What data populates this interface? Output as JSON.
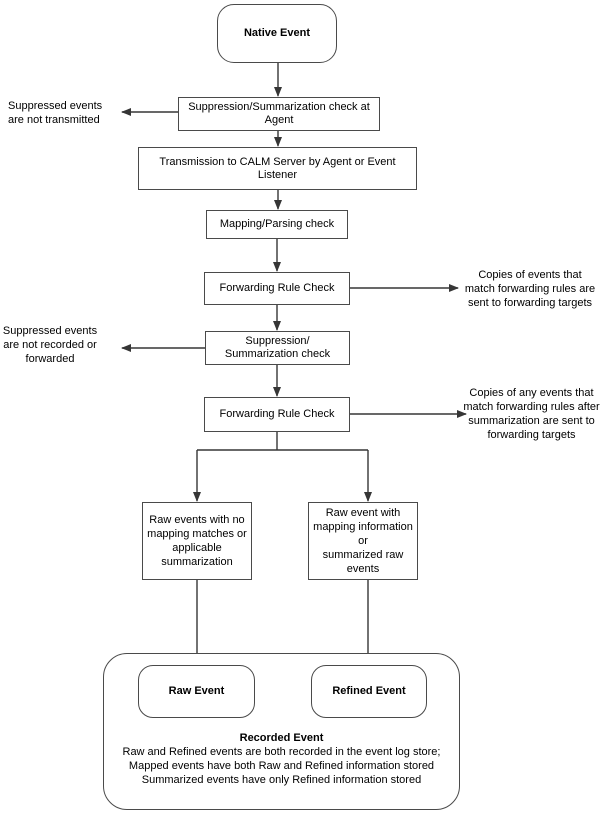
{
  "nodes": {
    "native_event": "Native Event",
    "suppression_check_agent": "Suppression/Summarization check at\nAgent",
    "transmission": "Transmission to CALM Server by Agent or Event\nListener",
    "mapping_parsing_check": "Mapping/Parsing check",
    "forwarding_rule_check_1": "Forwarding Rule Check",
    "suppression_check": "Suppression/\nSummarization check",
    "forwarding_rule_check_2": "Forwarding Rule Check",
    "raw_events_no_mapping": "Raw events with no\nmapping matches or\napplicable\nsummarization",
    "raw_event_with_mapping": "Raw event with\nmapping information\nor\nsummarized raw\nevents",
    "raw_event": "Raw Event",
    "refined_event": "Refined Event"
  },
  "annotations": {
    "suppressed_not_transmitted": "Suppressed events\nare not transmitted",
    "copies_forwarding": "Copies of events that\nmatch forwarding rules are\nsent to forwarding targets",
    "suppressed_not_recorded": "Suppressed events\nare not recorded or\nforwarded",
    "copies_forwarding_after_summarization": "Copies of any events that\nmatch forwarding rules after\nsummarization are sent to\nforwarding targets"
  },
  "recorded_event": {
    "title": "Recorded Event",
    "description": "Raw and Refined events are both recorded in the event log store;\nMapped events have both Raw and Refined information stored\nSummarized events have only Refined information stored"
  },
  "colors": {
    "border": "#4a4a4a",
    "line": "#363636",
    "text": "#000000",
    "background": "#ffffff"
  }
}
